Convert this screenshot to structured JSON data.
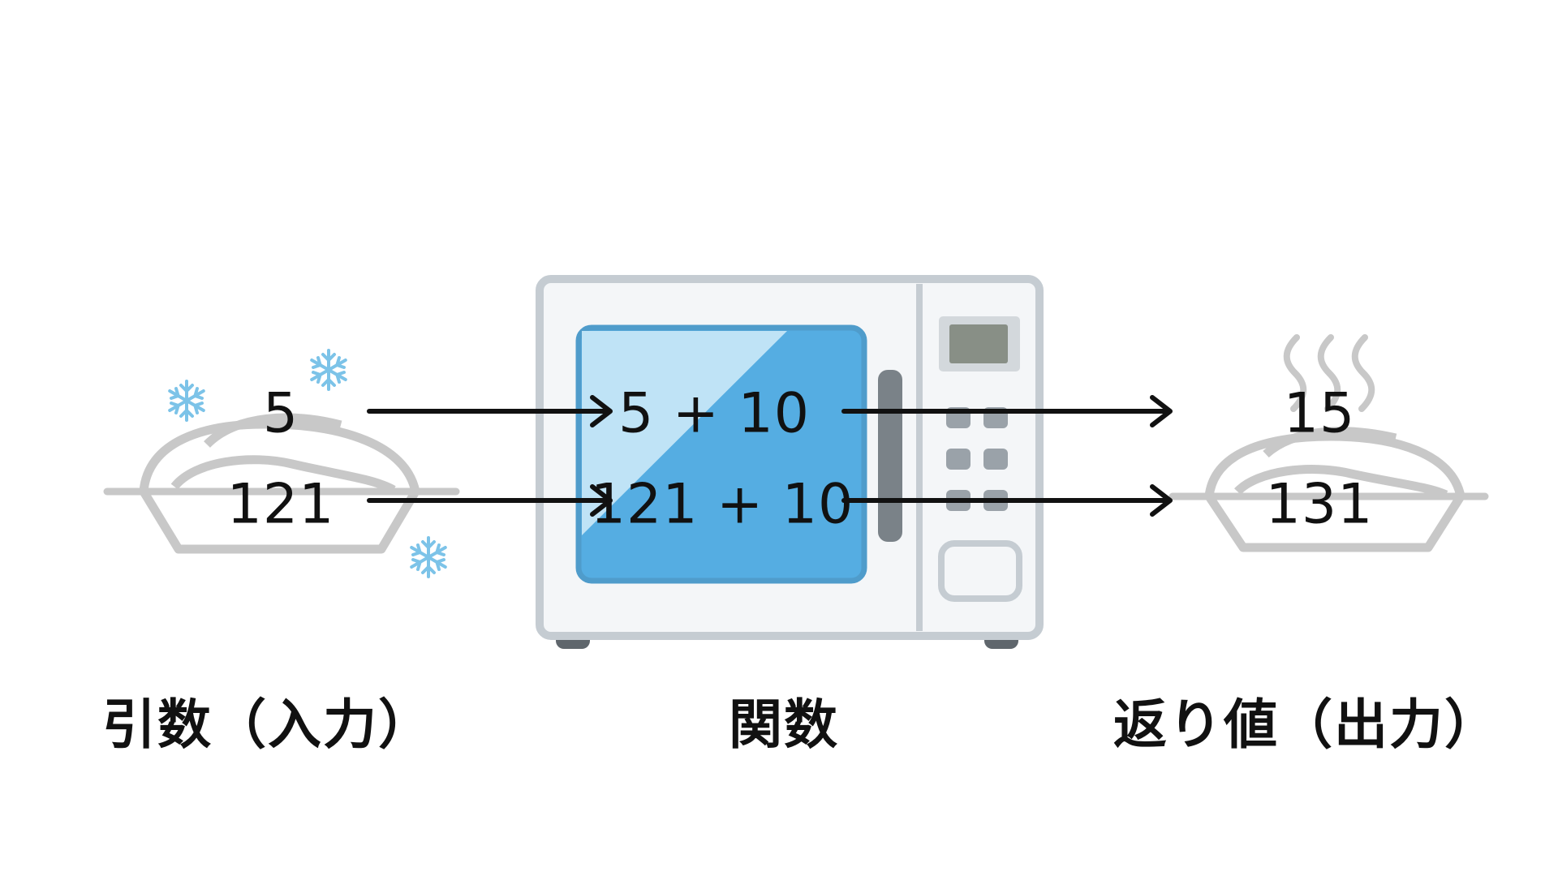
{
  "diagram": {
    "input": {
      "caption": "引数（入力）",
      "values": [
        "5",
        "121"
      ]
    },
    "function": {
      "caption": "関数",
      "expressions": [
        "5 + 10",
        "121 + 10"
      ]
    },
    "output": {
      "caption": "返り値（出力）",
      "values": [
        "15",
        "131"
      ]
    },
    "colors": {
      "text": "#111111",
      "arrow": "#111111",
      "dish": "#c8c8c8",
      "snowflake": "#7cc3e8",
      "microwave_body": "#f4f6f8",
      "microwave_outline": "#c5ccd2",
      "window": "#55ade2",
      "window_shine": "#bfe3f6",
      "steam": "#c8c8c8"
    },
    "icons": [
      "frozen-dish-icon",
      "snowflake-icon",
      "microwave-icon",
      "hot-dish-icon",
      "steam-icon",
      "arrow-right-icon"
    ]
  }
}
